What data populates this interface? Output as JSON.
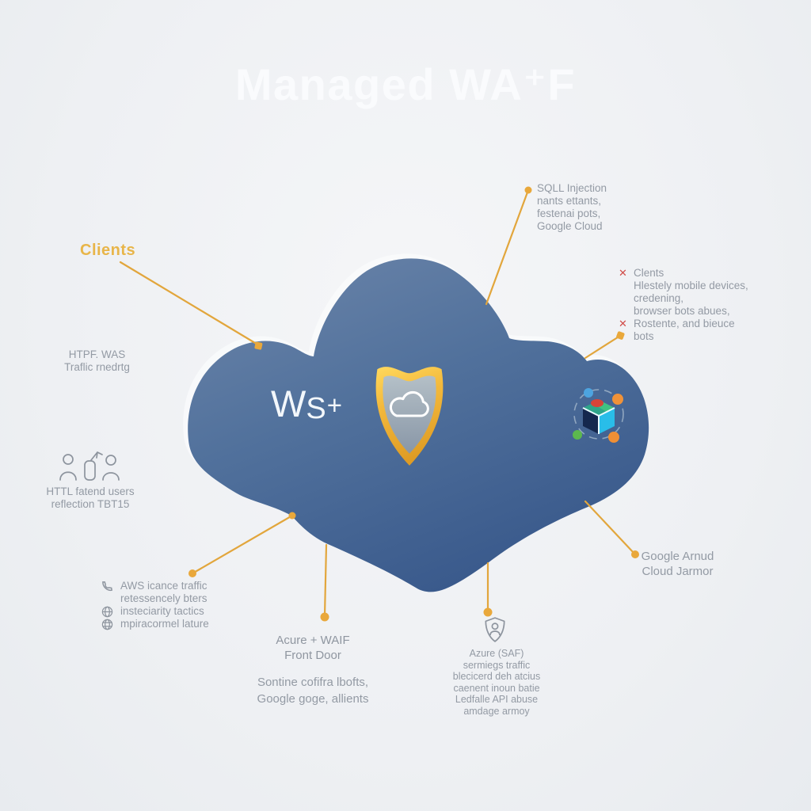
{
  "title": "Managed WA⁺F",
  "colors": {
    "background": "#eef0f3",
    "cloud_top": "#6d86aa",
    "cloud_bottom": "#3a5a8c",
    "connector_line": "#e2a63c",
    "accent_label": "#e8b549",
    "muted_text": "#939aa4",
    "error_mark": "#d14b48",
    "shield_gold": "#f3b93c"
  },
  "cloud": {
    "label": {
      "w": "W",
      "s": "S",
      "plus": "+"
    }
  },
  "icons": {
    "center_shield": "gold-shield-cloud-icon",
    "cube_ring": "isometric-cube-ring-icon",
    "users": "three-users-icon",
    "phone": "phone-icon",
    "globe": "globe-icon",
    "saf_shield": "shield-person-icon",
    "x_mark": "✕"
  },
  "annotations": {
    "clients_label": "Clients",
    "sql_block": {
      "lines": [
        "SQLL Injection",
        "nants ettants,",
        "festenai pots,",
        "Google Cloud"
      ]
    },
    "threats_block": {
      "items": [
        {
          "marker": "✕",
          "text": "Clents"
        },
        {
          "marker": "",
          "text": "Hlestely mobile devices,"
        },
        {
          "marker": "",
          "text": "credening,"
        },
        {
          "marker": "",
          "text": "browser bots abues,"
        },
        {
          "marker": "✕",
          "text": "Rostente, and bieuce"
        },
        {
          "marker": "",
          "text": "bots"
        }
      ]
    },
    "http_block": {
      "lines": [
        "HTPF. WAS",
        "Traflic rnedrtg"
      ]
    },
    "users_block": {
      "lines": [
        "HTTL fatend users",
        "reflection TBT15"
      ]
    },
    "aws_block": {
      "items": [
        {
          "icon": "phone",
          "text": "AWS icance traffic"
        },
        {
          "icon": "",
          "text": "retessencely bters"
        },
        {
          "icon": "globe",
          "text": "insteciarity tactics"
        },
        {
          "icon": "globe",
          "text": "mpiracormel lature"
        }
      ]
    },
    "azure_front_block": {
      "lines": [
        "Acure + WAIF",
        "Front Door"
      ]
    },
    "bots_note_block": {
      "lines": [
        "Sontine cofifra lbofts,",
        "Google goge, allients"
      ]
    },
    "azure_saf_block": {
      "lines": [
        "Azure (SAF)",
        "sermiegs traffic",
        "blecicerd deh atcius",
        "caenent inoun batie",
        "Ledfalle API abuse",
        "amdage armoy"
      ]
    },
    "google_armor_block": {
      "lines": [
        "Google Arnud",
        "Cloud Jarmor"
      ]
    }
  }
}
